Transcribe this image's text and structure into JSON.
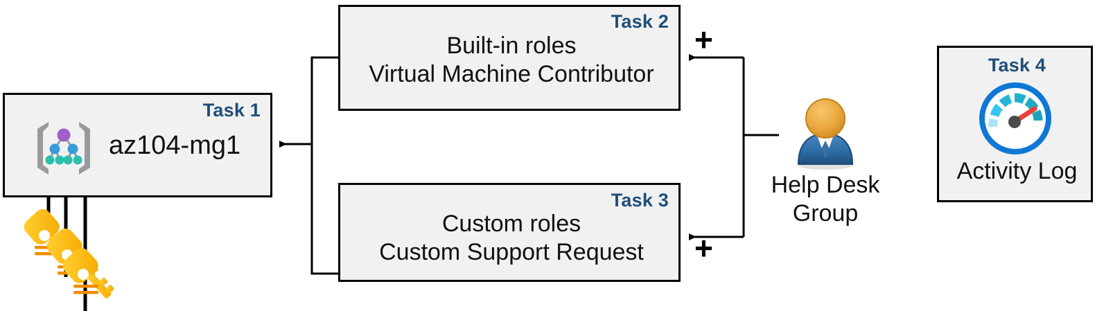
{
  "diagram": {
    "title": "Azure RBAC task diagram",
    "colors": {
      "task_label": "#1f4e79",
      "box_fill": "#f1f1f1",
      "box_border": "#000000",
      "connector": "#000000",
      "key_yellow": "#ffc20e",
      "person_head": "#e8a33d",
      "person_body": "#2e6da4",
      "gauge_ring": "#0f78d4",
      "gauge_needle": "#e8413a",
      "mg_bracket": "#9a9a9a",
      "mg_node_purple": "#a05ecb",
      "mg_node_blue": "#3a9bdc",
      "mg_node_teal": "#2bbfae"
    },
    "nodes": [
      {
        "id": "task1",
        "label": "Task 1",
        "text": "az104-mg1",
        "icon": "management-group-icon"
      },
      {
        "id": "task2",
        "label": "Task 2",
        "line1": "Built-in roles",
        "line2": "Virtual Machine Contributor"
      },
      {
        "id": "task3",
        "label": "Task 3",
        "line1": "Custom roles",
        "line2": "Custom Support Request"
      },
      {
        "id": "task4",
        "label": "Task 4",
        "text": "Activity Log",
        "icon": "activity-log-gauge-icon"
      }
    ],
    "actor": {
      "id": "help-desk-group",
      "line1": "Help Desk",
      "line2": "Group",
      "icon": "user-group-icon"
    },
    "annotations": [
      {
        "id": "plus-top",
        "symbol": "+"
      },
      {
        "id": "plus-bottom",
        "symbol": "+"
      }
    ],
    "keys": {
      "icon": "key-icon",
      "count": 3
    },
    "connectors": [
      {
        "from": "task2",
        "to": "task1",
        "style": "elbow-arrow"
      },
      {
        "from": "task3",
        "to": "task1",
        "style": "elbow-arrow"
      },
      {
        "from": "help-desk-group",
        "to": "task2",
        "style": "elbow-arrow"
      },
      {
        "from": "help-desk-group",
        "to": "task3",
        "style": "elbow-arrow"
      },
      {
        "from": "keys",
        "to": "task1",
        "style": "triple-up-arrow"
      }
    ]
  }
}
